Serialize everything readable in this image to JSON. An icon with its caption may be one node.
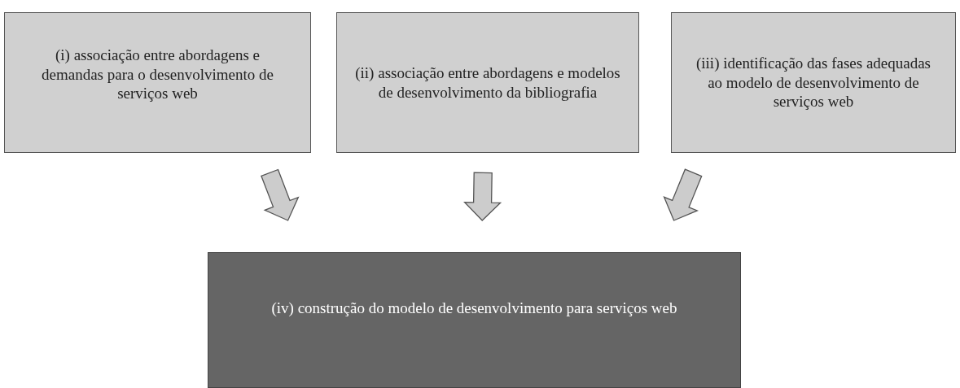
{
  "diagram": {
    "nodes": [
      {
        "text": [
          "(i) associação entre abordagens e demandas para o desenvolvimento de serviços web"
        ]
      },
      {
        "text": [
          "(ii) associação entre abordagens e modelos de desenvolvimento da bibliografia"
        ]
      },
      {
        "text": [
          "(iii) identificação das fases adequadas ao modelo de desenvolvimento de serviços web"
        ]
      },
      {
        "text": [
          "(iv) construção do modelo de desenvolvimento para serviços web"
        ]
      }
    ],
    "edges": [
      {
        "from": 0,
        "to": 3,
        "arrow": "to"
      },
      {
        "from": 1,
        "to": 3,
        "arrow": "to"
      },
      {
        "from": 2,
        "to": 3,
        "arrow": "to"
      }
    ]
  }
}
